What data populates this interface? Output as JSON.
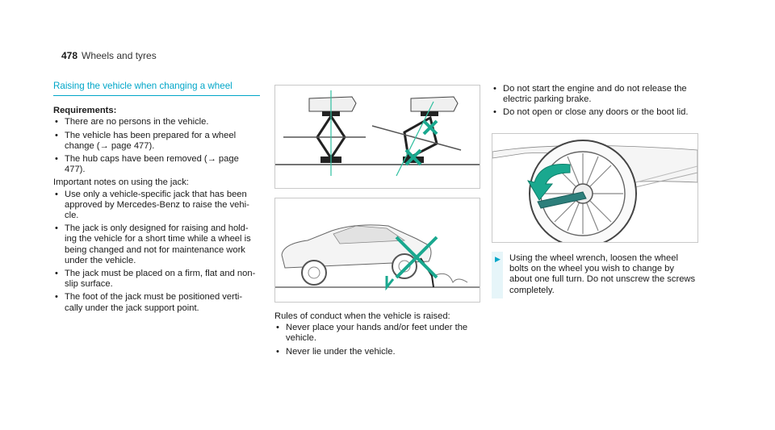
{
  "header": {
    "page_number": "478",
    "title": "Wheels and tyres"
  },
  "section": {
    "title": "Raising the vehicle when changing a wheel",
    "requirements_heading": "Requirements:",
    "requirements": [
      "There are no persons in the vehicle.",
      "The vehicle has been prepared for a wheel change (→ page 477).",
      "The hub caps have been removed (→ page 477)."
    ],
    "jack_notes_heading": "Important notes on using the jack:",
    "jack_notes": [
      "Use only a vehicle-specific jack that has been approved by Mercedes-Benz to raise the vehi-cle.",
      "The jack is only designed for raising and hold-ing the vehicle for a short time while a wheel is being changed and not for maintenance work under the vehicle.",
      "The jack must be placed on a firm, flat and non-slip surface.",
      "The foot of the jack must be positioned verti-cally under the jack support point."
    ]
  },
  "conduct": {
    "heading": "Rules of conduct when the vehicle is raised:",
    "rules": [
      "Never place your hands and/or feet under the vehicle.",
      "Never lie under the vehicle."
    ]
  },
  "right_column": {
    "bullets": [
      "Do not start the engine and do not release the electric parking brake.",
      "Do not open or close any doors or the boot lid."
    ],
    "step": "Using the wheel wrench, loosen the wheel bolts on the wheel you wish to change by about one full turn. Do not unscrew the screws completely."
  },
  "colors": {
    "accent": "#00a6c8",
    "warning": "#1aa88f",
    "step_bg": "#e6f5f9"
  },
  "icons": [
    "step-arrow-icon"
  ]
}
